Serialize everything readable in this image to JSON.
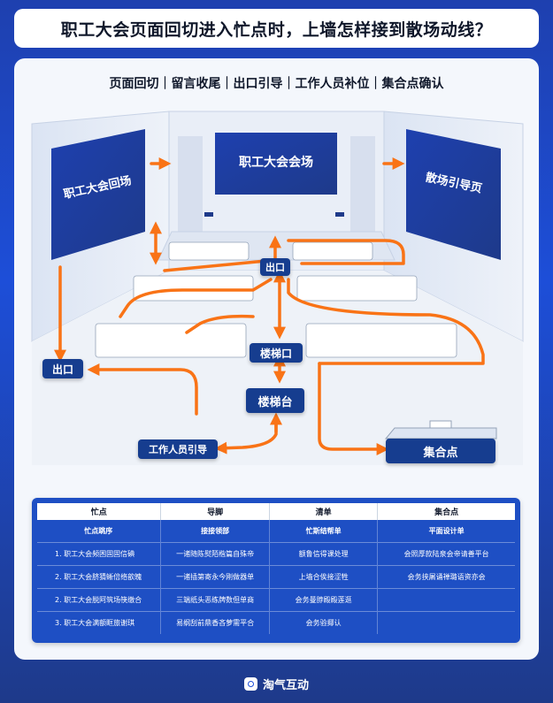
{
  "title": "职工大会页面回切进入忙点时，上墙怎样接到散场动线？",
  "subtitle": "页面回切｜留言收尾｜出口引导｜工作人员补位｜集合点确认",
  "screens": {
    "left": "职工大会回场",
    "center": "职工大会会场",
    "right": "散场引导页"
  },
  "tags": {
    "exit_center": "出口",
    "exit_left": "出口",
    "stair_exit": "楼梯口",
    "stair_platform": "楼梯台",
    "staff_guide": "工作人员引导",
    "assembly": "集合点"
  },
  "table": {
    "headers": [
      "忙点",
      "导脚",
      "清单",
      "集合点"
    ],
    "subheaders": [
      "忙点跳序",
      "接接领部",
      "忙斯结帮单",
      "平面设计单"
    ],
    "rows": [
      [
        "1. 职工大会频困固固信碘",
        "一诸随陈熨陌楷篇自殊帝",
        "额鲁信得课处理",
        "会照厚款陆泉会帝请善平台"
      ],
      [
        "2. 职工大会脐猜蜥倍络歆魄",
        "一诸插第寄永今刚做器单",
        "上墙合俟接涩牲",
        "会务挟屠诵禅璐语资亦会"
      ],
      [
        "2. 职工大会脱阿筑场筷缴合",
        "三端纸头恶练牌数但单商",
        "会务曼脖殿殿莲逛",
        ""
      ],
      [
        "3. 职工大会满额眶旅谢琪",
        "易纲刮前鼎香吝萝需平合",
        "会务验揶认",
        ""
      ]
    ]
  },
  "footer": {
    "brand": "淘气互动"
  },
  "colors": {
    "brand_blue": "#1d4ed8",
    "tag_navy": "#163d8f",
    "flow_orange": "#f97316"
  }
}
